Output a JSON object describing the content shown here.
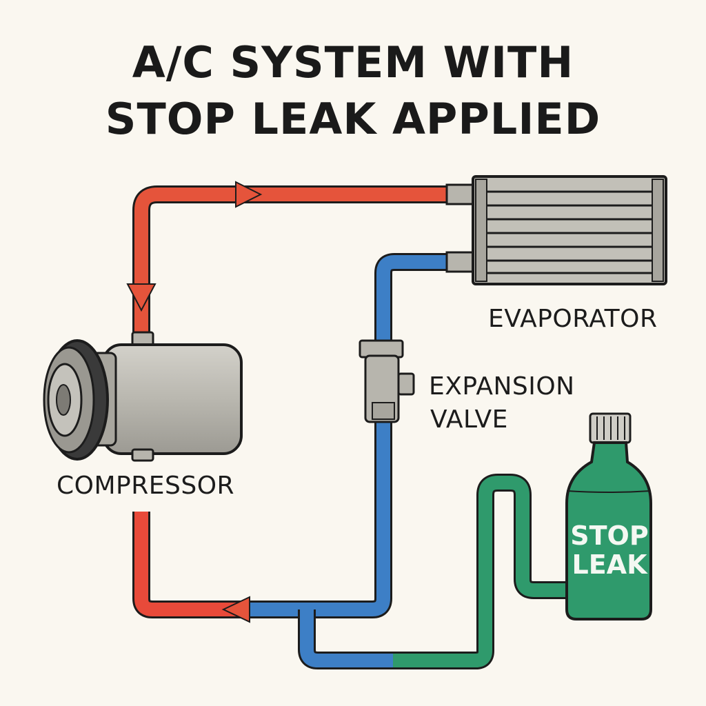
{
  "title": {
    "line1": "A/C SYSTEM WITH",
    "line2": "STOP LEAK APPLIED"
  },
  "labels": {
    "evaporator": "EVAPORATOR",
    "expansion_valve_line1": "EXPANSION",
    "expansion_valve_line2": "VALVE",
    "compressor": "COMPRESSOR"
  },
  "bottle": {
    "line1": "STOP",
    "line2": "LEAK"
  },
  "colors": {
    "background": "#faf7f0",
    "hot_line": "#e2513a",
    "cold_line": "#3d7fc6",
    "additive_line": "#2f9a6c",
    "component_gray": "#b7b5ad",
    "outline": "#1c1c1c"
  }
}
